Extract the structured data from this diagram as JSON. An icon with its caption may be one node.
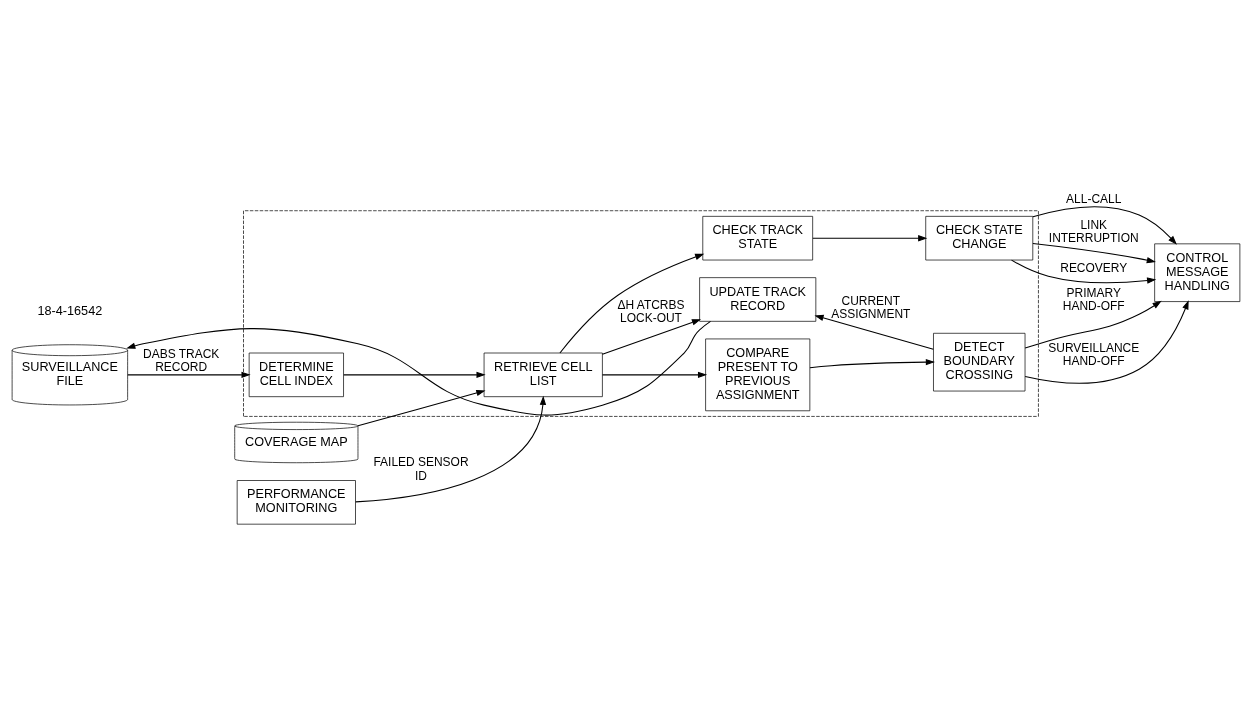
{
  "diagram": {
    "nodes": [
      {
        "text": [],
        "shape": "box"
      },
      {
        "text": [
          "UPDATE TRACK RECORD"
        ],
        "in": 0
      },
      {
        "text": [
          "SURVEILLANCE FILE"
        ]
      },
      {
        "text": [
          "DETERMINE CELL INDEX"
        ],
        "in": 0
      },
      {
        "text": [
          "RETRIEVE CELL LIST"
        ],
        "in": 0
      },
      {
        "text": [
          "COMPARE PRESENT TO PREVIOUS ASSIGNMENT"
        ],
        "in": 0
      },
      {
        "text": [
          "DETECT BOUNDARY CROSSING"
        ],
        "in": 0
      },
      {
        "text": [
          "CONTROL MESSAGE HANDLING"
        ]
      },
      {
        "text": [
          "PERFORMANCE MONITORING"
        ]
      },
      {
        "text": [
          "CHECK TRACK STATE"
        ],
        "in": 0
      },
      {
        "text": [
          "CHECK STATE CHANGE"
        ],
        "in": 0
      },
      {
        "text": [
          "COVERAGE MAP"
        ]
      }
    ],
    "edges": [
      {
        "from": 1,
        "to": 2,
        "arrow": "to"
      },
      {
        "from": 2,
        "to": 3,
        "arrow": "to",
        "label": "DABS TRACK RECORD"
      },
      {
        "from": 3,
        "to": 4,
        "arrow": "to"
      },
      {
        "from": 8,
        "to": 4,
        "arrow": "to",
        "label": "FAILED SENSOR ID"
      },
      {
        "from": 11,
        "to": 4,
        "arrow": "to"
      },
      {
        "from": 4,
        "to": 1,
        "arrow": "to",
        "label": "ΔH ATCRBS LOCK-OUT"
      },
      {
        "from": 4,
        "to": 5,
        "arrow": "to"
      },
      {
        "from": 4,
        "to": 9,
        "arrow": "to"
      },
      {
        "from": 6,
        "to": 1,
        "arrow": "to",
        "label": "CURRENT ASSIGNMENT"
      },
      {
        "from": 5,
        "to": 6,
        "arrow": "to"
      },
      {
        "from": 6,
        "to": 7,
        "arrow": "to",
        "label": "SURVEILLANCE HAND-OFF"
      },
      {
        "from": 6,
        "to": 7,
        "arrow": "to",
        "label": "PRIMARY HAND-OFF"
      },
      {
        "from": 9,
        "to": 10,
        "arrow": "to"
      },
      {
        "from": 10,
        "to": 7,
        "arrow": "to",
        "label": "LINK INTERRUPTION"
      },
      {
        "from": 10,
        "to": 7,
        "arrow": "to",
        "label": "RECOVERY"
      },
      {
        "from": 10,
        "to": 7,
        "arrow": "to",
        "label": "ALL-CALL"
      }
    ],
    "labels": [
      "18-4-16542"
    ]
  }
}
